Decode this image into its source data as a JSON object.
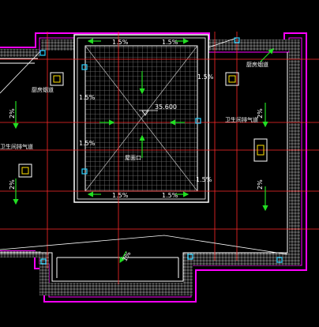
{
  "colors": {
    "background": "#000000",
    "wall": "#ffffff",
    "outer_wall": "#ff00ff",
    "grid": "#8a8a8a",
    "axis": "#ff2a2a",
    "arrow": "#22dd22",
    "text": "#ffffff",
    "marker": "#2ad0ff",
    "yellow": "#ffe000"
  },
  "slopes": {
    "top_left": "1.5%",
    "top_right": "1.5%",
    "bottom_left": "1.5%",
    "bottom_right": "1.5%",
    "left_upper": "1.5%",
    "left_lower": "1.5%",
    "right_upper": "1.5%",
    "right_lower": "1.5%",
    "bottom_diag": "1%"
  },
  "side_slopes": {
    "left_a": "2%",
    "left_b": "2%",
    "right_a": "2%",
    "right_b": "2%"
  },
  "labels": {
    "elevation": "35.600",
    "equipment_left": "厨房烟道",
    "equipment_right": "厨房烟道",
    "vent_left": "卫生间排气道",
    "vent_right": "卫生间排气道",
    "roof_center": "屋面口"
  }
}
